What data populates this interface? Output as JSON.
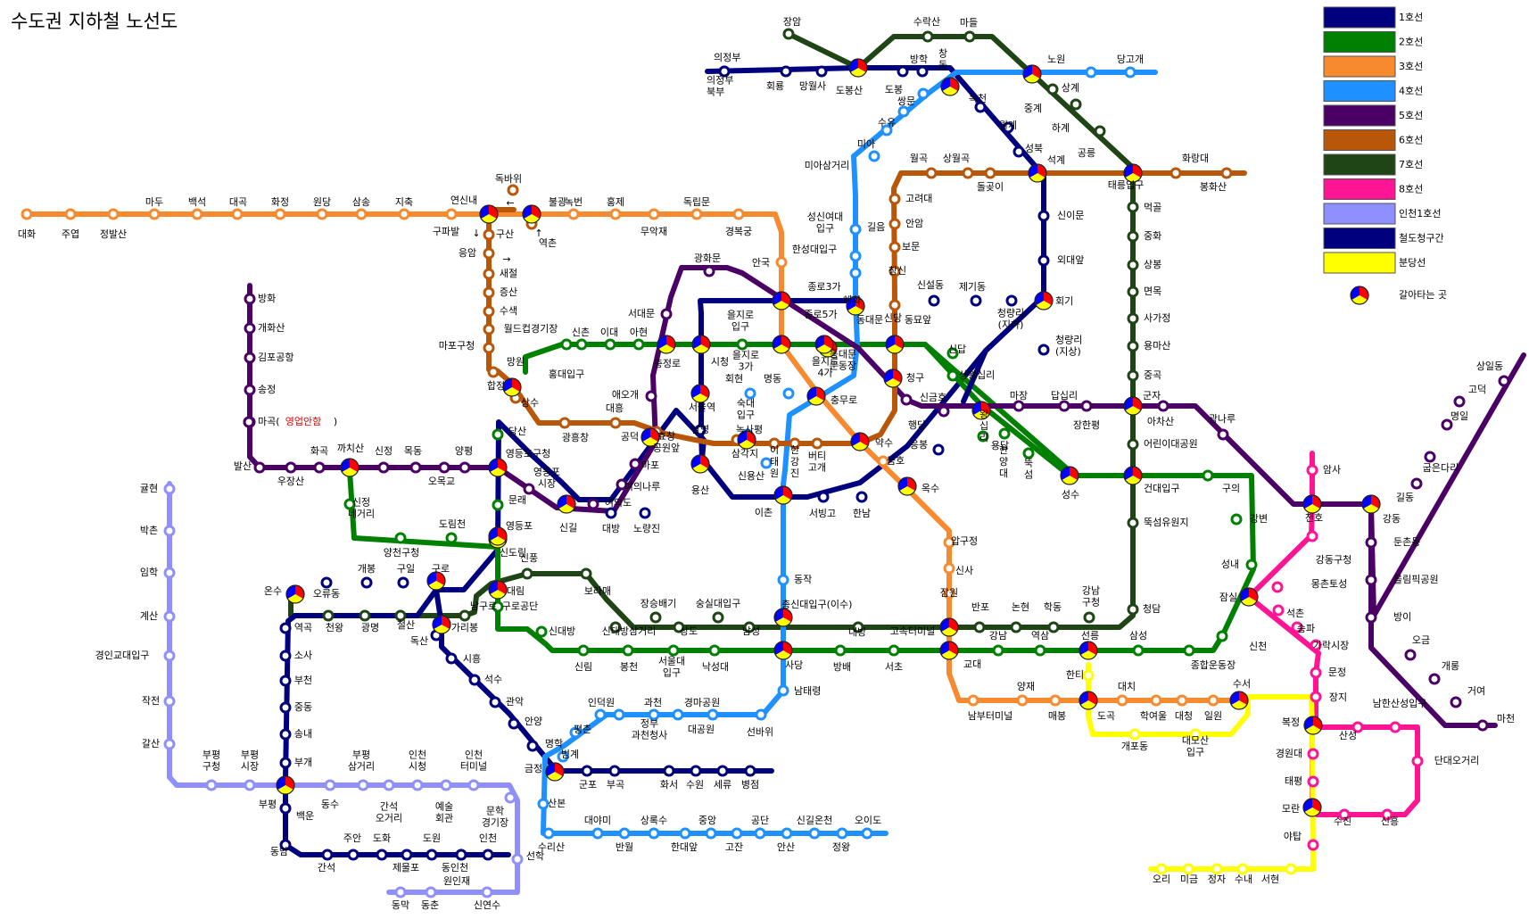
{
  "title": "수도권 지하철 노선도",
  "legend": [
    {
      "key": "l1",
      "label": "1호선",
      "color": "#00007f"
    },
    {
      "key": "l2",
      "label": "2호선",
      "color": "#008000"
    },
    {
      "key": "l3",
      "label": "3호선",
      "color": "#f7892e"
    },
    {
      "key": "l4",
      "label": "4호선",
      "color": "#1e90ff"
    },
    {
      "key": "l5",
      "label": "5호선",
      "color": "#4b0066"
    },
    {
      "key": "l6",
      "label": "6호선",
      "color": "#b8560a"
    },
    {
      "key": "l7",
      "label": "7호선",
      "color": "#1f4416"
    },
    {
      "key": "l8",
      "label": "8호선",
      "color": "#ff1493"
    },
    {
      "key": "ic",
      "label": "인천1호선",
      "color": "#8f8fff"
    },
    {
      "key": "cr",
      "label": "철도청구간",
      "color": "#00007f"
    },
    {
      "key": "bd",
      "label": "분당선",
      "color": "#ffff00"
    }
  ],
  "transfer_label": "갈아타는 곳",
  "interchange_colors": [
    "#ff0000",
    "#ffff00",
    "#0000ff"
  ],
  "stations": {
    "s1": "의정부",
    "s2": "의정부\n북부",
    "s3": "회룡",
    "s4": "망월사",
    "s5": "도봉산",
    "s6": "도봉",
    "s7": "방학",
    "s8": "창\n동",
    "s9": "녹천",
    "s10": "월계",
    "s11": "성북",
    "s12": "석계",
    "s13": "신이문",
    "s14": "외대앞",
    "s15": "회기",
    "s16": "청량리\n(지상)",
    "s17": "장암",
    "s18": "수락산",
    "s19": "마들",
    "s20": "노원",
    "s21": "중계",
    "s22": "하계",
    "s23": "공릉",
    "s24": "태릉입구",
    "s25": "먹골",
    "s26": "중화",
    "s27": "상봉",
    "s28": "면목",
    "s29": "사가정",
    "s30": "용마산",
    "s31": "중곡",
    "s32": "군자",
    "s33": "어린이대공원",
    "s34": "건대입구",
    "s35": "뚝섬유원지",
    "s36": "청담",
    "s37": "강남\n구청",
    "s38": "학동",
    "s39": "논현",
    "s40": "반포",
    "s41": "고속터미널",
    "s42": "내방",
    "s43": "총신대입구(이수)",
    "s44": "남성",
    "s45": "숭실대입구",
    "s46": "상도",
    "s47": "장승배기",
    "s48": "신대방삼거리",
    "s49": "보라매",
    "s50": "신풍",
    "s51": "대림",
    "s52": "남구로",
    "s53": "가리봉",
    "s54": "철산",
    "s55": "광명",
    "s56": "천왕",
    "s57": "온수",
    "s58": "당고개",
    "s59": "상계",
    "s60": "쌍문",
    "s61": "수유",
    "s62": "미아",
    "s63": "미아삼거리",
    "s64": "길음",
    "s65": "성신여대\n입구",
    "s66": "한성대입구",
    "s67": "혜화",
    "s68": "동대문",
    "s69": "동대문\n운동장",
    "s70": "충무로",
    "s71": "명동",
    "s72": "회현",
    "s73": "서울역",
    "s74": "숙대\n입구",
    "s75": "삼각지",
    "s76": "신용산",
    "s77": "이촌",
    "s78": "동작",
    "s79": "사당",
    "s80": "남태령",
    "s81": "선바위",
    "s82": "경마공원",
    "s83": "대공원",
    "s84": "과천",
    "s85": "정부\n과천청사",
    "s86": "인덕원",
    "s87": "평촌",
    "s88": "범계",
    "s89": "금정",
    "s90": "산본",
    "s91": "수리산",
    "s92": "대야미",
    "s93": "반월",
    "s94": "상록수",
    "s95": "한대앞",
    "s96": "중앙",
    "s97": "고잔",
    "s98": "공단",
    "s99": "안산",
    "s100": "신길온천",
    "s101": "정왕",
    "s102": "오이도",
    "s103": "대화",
    "s104": "주엽",
    "s105": "정발산",
    "s106": "마두",
    "s107": "백석",
    "s108": "대곡",
    "s109": "화정",
    "s110": "원당",
    "s111": "삼송",
    "s112": "지축",
    "s113": "구파발",
    "s114": "연신내",
    "s115": "불광",
    "s116": "녹번",
    "s117": "홍제",
    "s118": "무악재",
    "s119": "독립문",
    "s120": "경복궁",
    "s121": "안국",
    "s122": "종로3가",
    "s123": "을지로\n3가",
    "s124": "약수",
    "s125": "금호",
    "s126": "옥수",
    "s127": "압구정",
    "s128": "신사",
    "s129": "잠원",
    "s130": "교대",
    "s131": "남부터미널",
    "s132": "양재",
    "s133": "매봉",
    "s134": "도곡",
    "s135": "대치",
    "s136": "학여울",
    "s137": "대청",
    "s138": "일원",
    "s139": "수서",
    "s140": "시청",
    "s141": "을지로\n입구",
    "s142": "을지로\n4가",
    "s143": "신당",
    "s144": "상왕십리",
    "s145": "왕\n십\n리",
    "s146": "한\n양\n대",
    "s147": "뚝\n섬",
    "s148": "성수",
    "s149": "구의",
    "s150": "강변",
    "s151": "성내",
    "s152": "잠실",
    "s153": "신천",
    "s154": "종합운동장",
    "s155": "삼성",
    "s156": "선릉",
    "s157": "역삼",
    "s158": "강남",
    "s159": "방배",
    "s160": "서초",
    "s161": "낙성대",
    "s162": "서울대\n입구",
    "s163": "봉천",
    "s164": "신림",
    "s165": "신대방",
    "s166": "구로공단",
    "s167": "신도림",
    "s168": "문래",
    "s169": "영등포구청",
    "s170": "당산",
    "s171": "합정",
    "s172": "홍대입구",
    "s173": "신촌",
    "s174": "이대",
    "s175": "아현",
    "s176": "충정로",
    "s177": "도림천",
    "s178": "양천구청",
    "s179": "신정\n네거리",
    "s180": "까치산",
    "s181": "방화",
    "s182": "개화산",
    "s183": "김포공항",
    "s184": "송정",
    "s185": "마곡(",
    "s186": "영업안함",
    "s187": ")",
    "s188": "발산",
    "s189": "우장산",
    "s190": "화곡",
    "s191": "신정",
    "s192": "목동",
    "s193": "오목교",
    "s194": "양평",
    "s195": "영등포\n시장",
    "s196": "여의도",
    "s197": "여의나루",
    "s198": "마포",
    "s199": "공덕",
    "s200": "애오개",
    "s201": "서대문",
    "s202": "광화문",
    "s203": "종로5가",
    "s204": "청구",
    "s205": "신금호",
    "s206": "행당",
    "s207": "마장",
    "s208": "답십리",
    "s209": "장한평",
    "s210": "아차산",
    "s211": "광나루",
    "s212": "천호",
    "s213": "강동",
    "s214": "길동",
    "s215": "굽은다리",
    "s216": "명일",
    "s217": "고덕",
    "s218": "상일동",
    "s219": "둔촌동",
    "s220": "올림픽공원",
    "s221": "방이",
    "s222": "오금",
    "s223": "개롱",
    "s224": "거여",
    "s225": "마천",
    "s226": "암사",
    "s227": "강동구청",
    "s228": "몽촌토성",
    "s229": "석촌",
    "s230": "송파",
    "s231": "가락시장",
    "s232": "문정",
    "s233": "장지",
    "s234": "복정",
    "s235": "산성",
    "s236": "남한산성입구",
    "s237": "단대오거리",
    "s238": "신흥",
    "s239": "수진",
    "s240": "모란",
    "s241": "태평",
    "s242": "경원대",
    "s243": "야탑",
    "s244": "서현",
    "s245": "수내",
    "s246": "정자",
    "s247": "미금",
    "s248": "오리",
    "s249": "개포동",
    "s250": "대모산\n입구",
    "s251": "한티",
    "s252": "응암",
    "s253": "역촌",
    "s254": "독바위",
    "s255": "구산",
    "s256": "새절",
    "s257": "증산",
    "s258": "수색",
    "s259": "월드컵경기장",
    "s260": "마포구청",
    "s261": "망원",
    "s262": "상수",
    "s263": "광흥창",
    "s264": "대흥",
    "s265": "효창\n공원앞",
    "s266": "녹사평",
    "s267": "이\n태\n원",
    "s268": "한\n강\n진",
    "s269": "버티\n고개",
    "s270": "창신",
    "s271": "보문",
    "s272": "안암",
    "s273": "고려대",
    "s274": "월곡",
    "s275": "상월곡",
    "s276": "돌곶이",
    "s277": "화랑대",
    "s278": "봉화산",
    "s279": "동묘앞",
    "s280": "신설동",
    "s281": "제기동",
    "s282": "청량리\n(지하)",
    "s283": "신답",
    "s284": "용답",
    "s285": "용산",
    "s286": "남영",
    "s287": "노량진",
    "s288": "대방",
    "s289": "신길",
    "s290": "영등포",
    "s291": "구로",
    "s292": "구일",
    "s293": "개봉",
    "s294": "오류동",
    "s295": "역곡",
    "s296": "소사",
    "s297": "부천",
    "s298": "중동",
    "s299": "송내",
    "s300": "부개",
    "s301": "부평",
    "s302": "백운",
    "s303": "동암",
    "s304": "간석",
    "s305": "주안",
    "s306": "도화",
    "s307": "제물포",
    "s308": "도원",
    "s309": "동인천",
    "s310": "원인재",
    "s311": "인천",
    "s312": "독산",
    "s313": "시흥",
    "s314": "석수",
    "s315": "관악",
    "s316": "안양",
    "s317": "명학",
    "s318": "군포",
    "s319": "부곡",
    "s320": "화서",
    "s321": "수원",
    "s322": "세류",
    "s323": "병점",
    "s324": "서빙고",
    "s325": "한남",
    "s326": "응봉",
    "s327": "귤현",
    "s328": "박촌",
    "s329": "임학",
    "s330": "계산",
    "s331": "경인교대입구",
    "s332": "작전",
    "s333": "갈산",
    "s334": "부평\n구청",
    "s335": "부평\n시장",
    "s336": "동수",
    "s337": "부평\n삼거리",
    "s338": "간석\n오거리",
    "s339": "인천\n시청",
    "s340": "예술\n회관",
    "s341": "인천\n터미널",
    "s342": "문학\n경기장",
    "s343": "선학",
    "s344": "신연수",
    "s345": "동춘",
    "s346": "동막",
    "s347": "↓",
    "s348": "←",
    "s349": "↑",
    "s350": "→"
  }
}
